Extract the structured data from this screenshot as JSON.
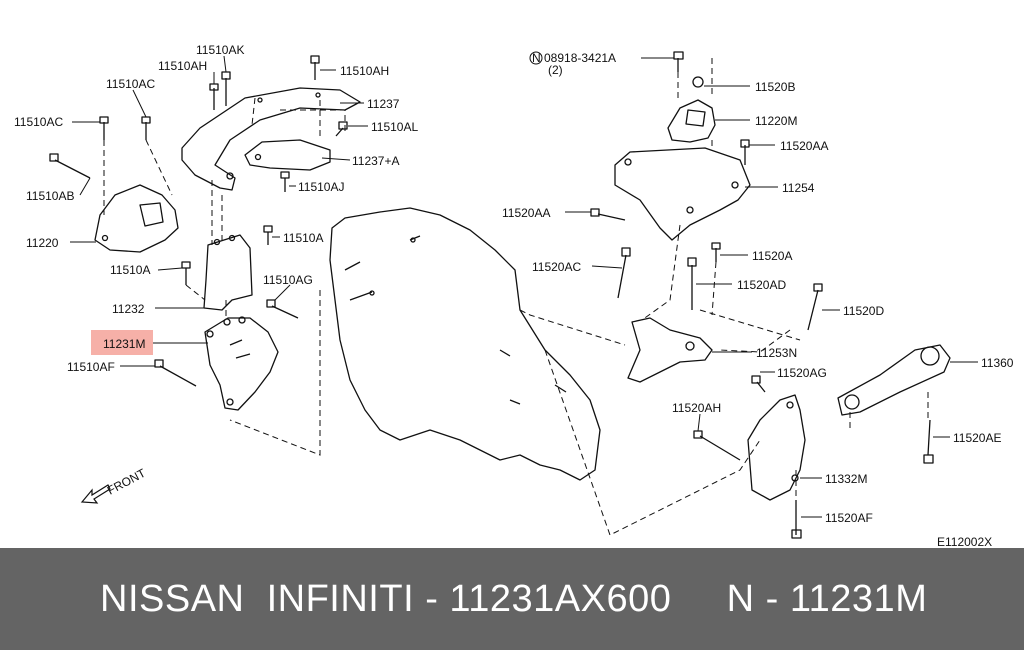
{
  "footer": {
    "text": "NISSAN  INFINITI - 11231AX600     N - 11231M"
  },
  "diagram": {
    "code": "E112002X",
    "front_label": "FRONT",
    "highlight_color": "#f6b0a8",
    "callouts": [
      {
        "id": "11510AK",
        "text": "11510AK"
      },
      {
        "id": "11510AH-top",
        "text": "11510AH"
      },
      {
        "id": "11510AH-right",
        "text": "11510AH"
      },
      {
        "id": "11510AC-top",
        "text": "11510AC"
      },
      {
        "id": "11510AC-left",
        "text": "11510AC"
      },
      {
        "id": "11237",
        "text": "11237"
      },
      {
        "id": "11510AL",
        "text": "11510AL"
      },
      {
        "id": "11237A",
        "text": "11237+A"
      },
      {
        "id": "11510AB",
        "text": "11510AB"
      },
      {
        "id": "11510AJ",
        "text": "11510AJ"
      },
      {
        "id": "11220",
        "text": "11220"
      },
      {
        "id": "11510A-right",
        "text": "11510A"
      },
      {
        "id": "11510A-left",
        "text": "11510A"
      },
      {
        "id": "11510AG",
        "text": "11510AG"
      },
      {
        "id": "11232",
        "text": "11232"
      },
      {
        "id": "11231M",
        "text": "11231M"
      },
      {
        "id": "11510AF",
        "text": "11510AF"
      },
      {
        "id": "08918",
        "text": "08918-3421A"
      },
      {
        "id": "qty2",
        "text": "(2)"
      },
      {
        "id": "11520B",
        "text": "11520B"
      },
      {
        "id": "11220M",
        "text": "11220M"
      },
      {
        "id": "11520AA-right",
        "text": "11520AA"
      },
      {
        "id": "11254",
        "text": "11254"
      },
      {
        "id": "11520AA-left",
        "text": "11520AA"
      },
      {
        "id": "11520A",
        "text": "11520A"
      },
      {
        "id": "11520AC",
        "text": "11520AC"
      },
      {
        "id": "11520AD",
        "text": "11520AD"
      },
      {
        "id": "11520D",
        "text": "11520D"
      },
      {
        "id": "11253N",
        "text": "11253N"
      },
      {
        "id": "11360",
        "text": "11360"
      },
      {
        "id": "11520AG",
        "text": "11520AG"
      },
      {
        "id": "11520AH",
        "text": "11520AH"
      },
      {
        "id": "11520AE",
        "text": "11520AE"
      },
      {
        "id": "11332M",
        "text": "11332M"
      },
      {
        "id": "11520AF",
        "text": "11520AF"
      }
    ]
  }
}
